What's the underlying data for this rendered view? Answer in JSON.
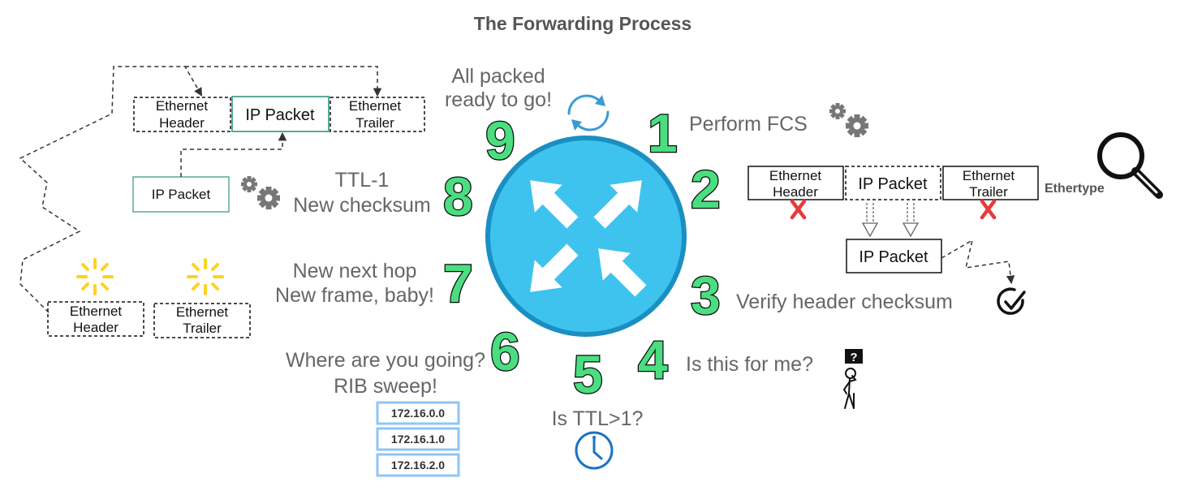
{
  "title": "The Forwarding Process",
  "steps": [
    {
      "num": "1",
      "text": "Perform FCS"
    },
    {
      "num": "2",
      "text": ""
    },
    {
      "num": "3",
      "text": "Verify header checksum"
    },
    {
      "num": "4",
      "text": "Is this for me?"
    },
    {
      "num": "5",
      "text": "Is TTL>1?"
    },
    {
      "num": "6",
      "text_line1": "Where are you going?",
      "text_line2": "RIB sweep!"
    },
    {
      "num": "7",
      "text_line1": "New next hop",
      "text_line2": "New frame, baby!"
    },
    {
      "num": "8",
      "text_line1": "TTL-1",
      "text_line2": "New checksum"
    },
    {
      "num": "9",
      "text_line1": "All packed",
      "text_line2": "ready to go!"
    }
  ],
  "frame_labels": {
    "ethernet_header_1": "Ethernet",
    "ethernet_header_2": "Header",
    "ethernet_trailer_1": "Ethernet",
    "ethernet_trailer_2": "Trailer",
    "ip_packet": "IP Packet"
  },
  "ethertype": "Ethertype",
  "question_mark": "?",
  "rib_entries": [
    "172.16.0.0",
    "172.16.1.0",
    "172.16.2.0"
  ],
  "colors": {
    "router_fill": "#3ec3ef",
    "router_ring": "#1a8fc2",
    "step_number": "#4ade80",
    "teal_border": "#5aa997",
    "rib_border": "#8ec5f5",
    "x_mark": "#e83a3a",
    "spark": "#ffd21f",
    "cycle_icon": "#3a9bd5"
  }
}
